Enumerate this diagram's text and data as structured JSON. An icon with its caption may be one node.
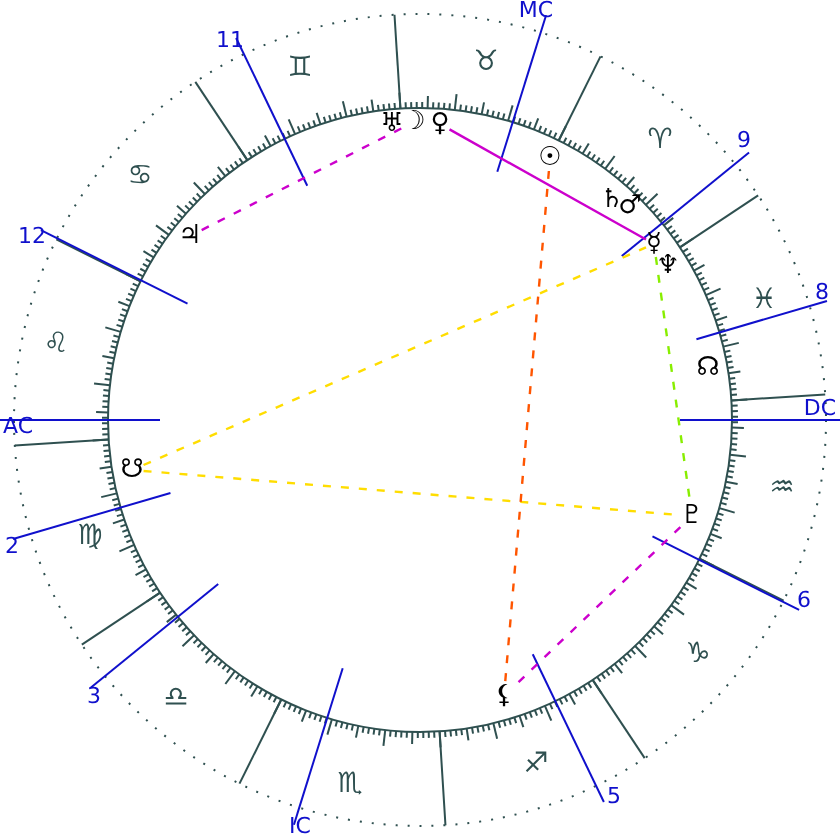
{
  "diagram": {
    "nodes": [
      {
        "text": [
          "♅"
        ]
      },
      {
        "text": [
          "☽"
        ]
      },
      {
        "text": [
          "♀"
        ]
      },
      {
        "text": [
          "♃"
        ]
      },
      {
        "text": [
          "☉"
        ]
      },
      {
        "text": [
          "♄"
        ]
      },
      {
        "text": [
          "♂"
        ]
      },
      {
        "text": [
          "☿"
        ]
      },
      {
        "text": [
          "♆"
        ]
      },
      {
        "text": [
          "☊"
        ]
      },
      {
        "text": [
          "☋"
        ]
      },
      {
        "text": [
          "♇"
        ]
      },
      {
        "text": [
          "⚸"
        ]
      }
    ],
    "edges": [
      {
        "from": 3,
        "to": 1,
        "arrow": "none",
        "style": "dashed",
        "color": "#cc00cc"
      },
      {
        "from": 2,
        "to": 7,
        "arrow": "none",
        "color": "#cc00cc"
      },
      {
        "from": 10,
        "to": 7,
        "arrow": "none",
        "style": "dashed",
        "color": "#ffdd00"
      },
      {
        "from": 10,
        "to": 11,
        "arrow": "none",
        "style": "dashed",
        "color": "#ffdd00"
      },
      {
        "from": 4,
        "to": 12,
        "arrow": "none",
        "style": "dashed",
        "color": "#ff5500"
      },
      {
        "from": 7,
        "to": 11,
        "arrow": "none",
        "style": "dashed",
        "color": "#88ee00"
      },
      {
        "from": 11,
        "to": 12,
        "arrow": "none",
        "style": "dashed",
        "color": "#cc00cc"
      }
    ],
    "labels": [
      "MC",
      "11",
      "♊",
      "♉",
      "♈",
      "9",
      "♋",
      "12",
      "♓",
      "8",
      "♌",
      "DC",
      "AC",
      "♒",
      "♍",
      "2",
      "6",
      "♑",
      "3",
      "♎",
      "♐",
      "♏",
      "5",
      "IC"
    ]
  }
}
